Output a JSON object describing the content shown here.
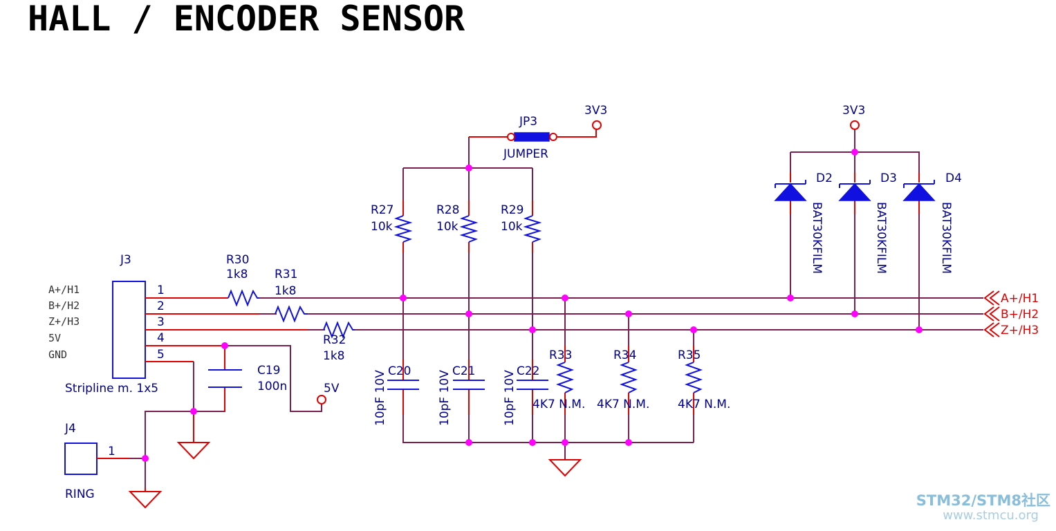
{
  "title": "HALL / ENCODER  SENSOR",
  "connector_j3": {
    "ref": "J3",
    "value": "Stripline m. 1x5",
    "pin_labels": [
      "A+/H1",
      "B+/H2",
      "Z+/H3",
      "5V",
      "GND"
    ],
    "pin_numbers": [
      "1",
      "2",
      "3",
      "4",
      "5"
    ]
  },
  "connector_j4": {
    "ref": "J4",
    "value": "RING",
    "pin_number": "1"
  },
  "jumper": {
    "ref": "JP3",
    "value": "JUMPER"
  },
  "power": {
    "v3_left": "3V3",
    "v3_right": "3V3",
    "v5": "5V"
  },
  "resistors": [
    {
      "ref": "R27",
      "value": "10k"
    },
    {
      "ref": "R28",
      "value": "10k"
    },
    {
      "ref": "R29",
      "value": "10k"
    },
    {
      "ref": "R30",
      "value": "1k8"
    },
    {
      "ref": "R31",
      "value": "1k8"
    },
    {
      "ref": "R32",
      "value": "1k8"
    },
    {
      "ref": "R33",
      "value": "4K7 N.M."
    },
    {
      "ref": "R34",
      "value": "4K7 N.M."
    },
    {
      "ref": "R35",
      "value": "4K7 N.M."
    }
  ],
  "capacitors": [
    {
      "ref": "C19",
      "value": "100n"
    },
    {
      "ref": "C20",
      "value": "10pF 10V"
    },
    {
      "ref": "C21",
      "value": "10pF 10V"
    },
    {
      "ref": "C22",
      "value": "10pF 10V"
    }
  ],
  "diodes": [
    {
      "ref": "D2",
      "value": "BAT30KFILM"
    },
    {
      "ref": "D3",
      "value": "BAT30KFILM"
    },
    {
      "ref": "D4",
      "value": "BAT30KFILM"
    }
  ],
  "net_ports": [
    "A+/H1",
    "B+/H2",
    "Z+/H3"
  ],
  "watermark": {
    "brand": "STM32/STM8社区",
    "url": "www.stmcu.org"
  },
  "colors": {
    "wire": "#7a1f4e",
    "pin": "#e00000",
    "symbol": "#1010e0",
    "junction": "#ff00ff",
    "label": "#00008b"
  }
}
